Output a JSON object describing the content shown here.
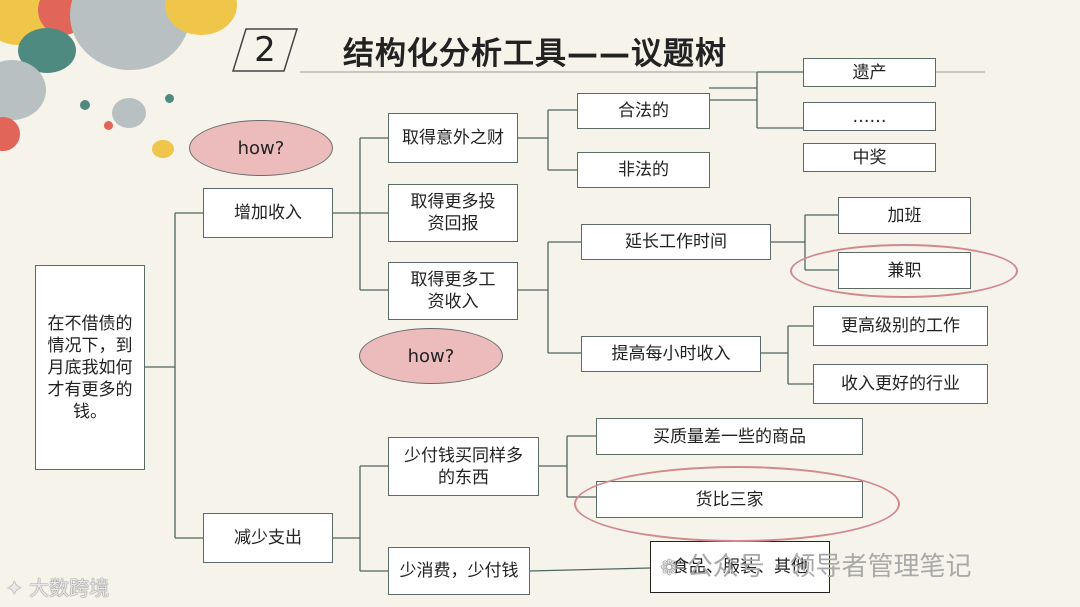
{
  "title": {
    "number": "2",
    "text": "结构化分析工具——议题树"
  },
  "root": "在不借债的情况下，到月底我如何才有更多的钱。",
  "level1": {
    "increase": "增加收入",
    "reduce": "减少支出"
  },
  "level2": {
    "windfall": "取得意外之财",
    "investment": "取得更多投资回报",
    "salary": "取得更多工资收入",
    "buy_same": "少付钱买同样多的东西",
    "consume_less": "少消费，少付钱"
  },
  "level3": {
    "legal": "合法的",
    "illegal": "非法的",
    "extend_hours": "延长工作时间",
    "raise_hourly": "提高每小时收入",
    "lower_quality": "买质量差一些的商品",
    "compare_shops": "货比三家",
    "food_clothes": "食品、服装、其他"
  },
  "level4": {
    "inheritance": "遗产",
    "ellipsis": "……",
    "lottery": "中奖",
    "overtime": "加班",
    "part_time": "兼职",
    "higher_job": "更高级别的工作",
    "better_industry": "收入更好的行业"
  },
  "bubbles": {
    "how1": "how?",
    "how2": "how?"
  },
  "watermark": {
    "left": "大数跨境",
    "right": "公众号 · 领导者管理笔记"
  },
  "colors": {
    "line": "#4f6660",
    "bubble": "#ecbcbc",
    "ring": "#d08a8c",
    "background": "#f6f3ea"
  }
}
